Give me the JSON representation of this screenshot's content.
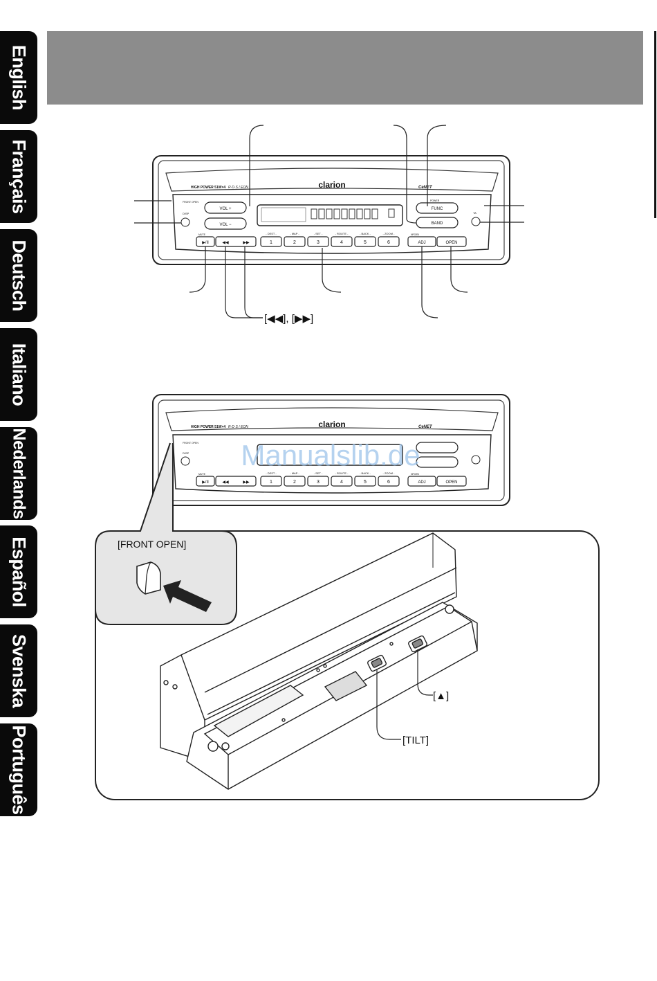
{
  "languages": [
    "English",
    "Français",
    "Deutsch",
    "Italiano",
    "Nederlands",
    "Español",
    "Svenska",
    "Português"
  ],
  "unit_top": {
    "brand": "clarion",
    "power_text": "HIGH POWER 51W×4",
    "rds_text": "R·D·S / EON",
    "cenet_text": "CeNET",
    "front_open_small": "FRONT OPEN",
    "disp_small": "DISP",
    "mute_small": "MUTE",
    "power_small": "POWER",
    "ta_small": "TA",
    "nfo_small": "NFO/BI",
    "buttons": {
      "vol_up": "VOL +",
      "vol_down": "VOL −",
      "func": "FUNC",
      "band": "BAND",
      "play_pause": "▶/II",
      "prev": "◀◀",
      "next": "▶▶",
      "adj": "ADJ",
      "open": "OPEN",
      "presets": [
        "1",
        "2",
        "3",
        "4",
        "5",
        "6"
      ],
      "preset_captions": [
        "DEST",
        "MAP",
        "SET",
        "ROUTE",
        "BACK",
        "ZOOM"
      ]
    }
  },
  "callouts": {
    "seek": "[◀◀], [▶▶]"
  },
  "watermark": "Manualslib.de",
  "inset_label": "[FRONT OPEN]",
  "eject_label": "[▲]",
  "tilt_label": "[TILT]"
}
